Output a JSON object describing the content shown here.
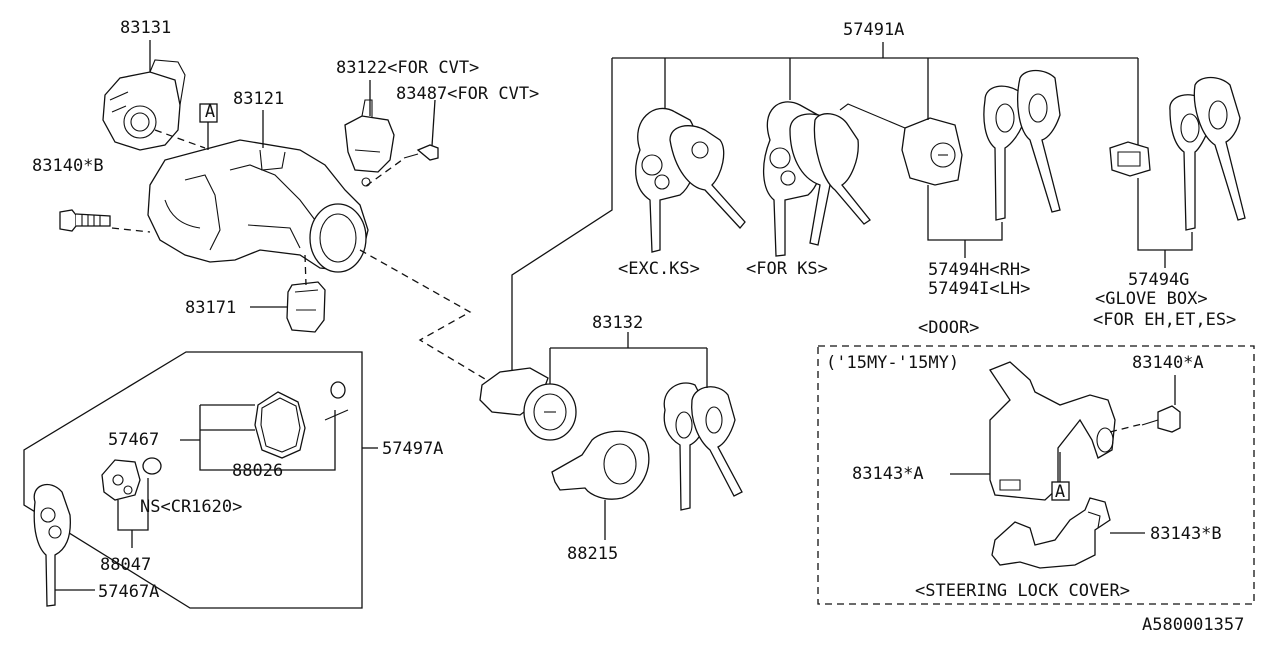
{
  "diagram": {
    "labels": {
      "p83131": "83131",
      "p83121": "83121",
      "p83122": "83122<FOR CVT>",
      "p83487": "83487<FOR CVT>",
      "p83140b": "83140*B",
      "p83171": "83171",
      "p57491a": "57491A",
      "exc_ks": "<EXC.KS>",
      "for_ks": "<FOR KS>",
      "p57494h": "57494H<RH>",
      "p57494i": "57494I<LH>",
      "p57494g": "57494G",
      "glove_box": "<GLOVE BOX>",
      "for_eh": "<FOR EH,ET,ES>",
      "p83132": "83132",
      "p88215": "88215",
      "p57467": "57467",
      "p88026": "88026",
      "p57497a": "57497A",
      "ns": "NS<CR1620>",
      "p88047": "88047",
      "p57467a": "57467A",
      "door": "<DOOR>",
      "my": "('15MY-'15MY)",
      "p83140a": "83140*A",
      "p83143a": "83143*A",
      "p83143b": "83143*B",
      "steering": "<STEERING LOCK COVER>",
      "ref_a1": "A",
      "ref_a2": "A",
      "diagram_id": "A580001357"
    }
  }
}
